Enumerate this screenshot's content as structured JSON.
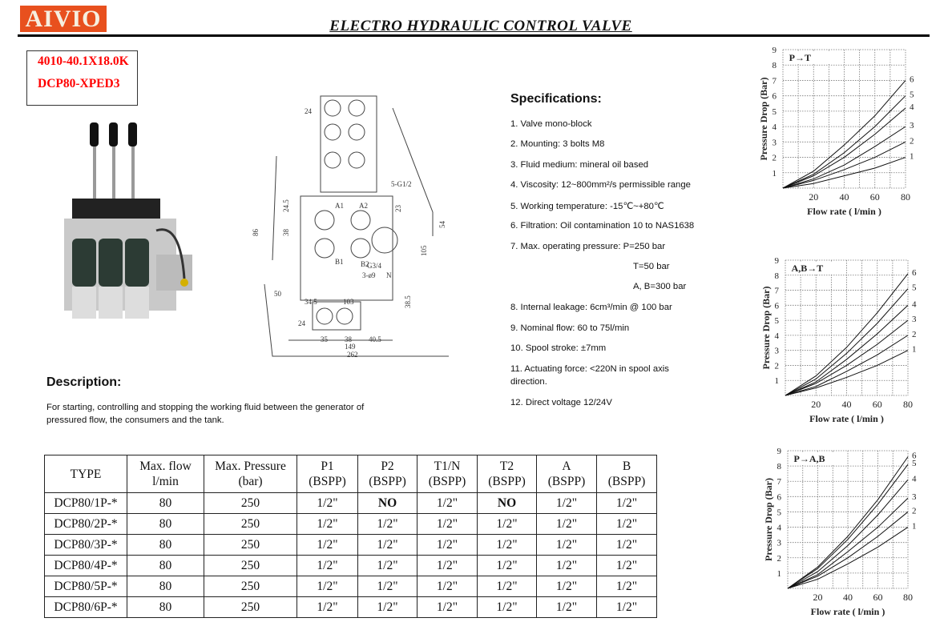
{
  "header": {
    "brand": "AIVIO",
    "title": "ELECTRO  HYDRAULIC  CONTROL  VALVE"
  },
  "model": {
    "code": "4010-40.1X18.0K",
    "name": "DCP80-XPED3"
  },
  "specifications": {
    "title": "Specifications:",
    "items": [
      "1. Valve mono-block",
      "2. Mounting: 3 bolts M8",
      "3. Fluid medium: mineral oil based",
      "4. Viscosity: 12~800mm²/s permissible range",
      "5. Working temperature: -15℃~+80℃",
      "6. Filtration: Oil contamination 10 to NAS1638",
      "7. Max. operating pressure: P=250 bar",
      "T=50 bar",
      "A, B=300 bar",
      "8. Internal leakage: 6cm³/min @ 100 bar",
      "9. Nominal flow: 60 to 75l/min",
      "10. Spool stroke: ±7mm",
      "11. Actuating force: <220N in spool axis",
      "direction.",
      "12. Direct voltage 12/24V"
    ]
  },
  "description": {
    "title": "Description:",
    "lines": [
      "For starting, controlling and stopping the working fluid between the generator of",
      "pressured flow, the consumers and the tank."
    ]
  },
  "drawing": {
    "labels": [
      "24",
      "24.5",
      "38",
      "86",
      "50",
      "34.5",
      "103",
      "24",
      "35",
      "38",
      "40.5",
      "149",
      "262",
      "5-G1/2",
      "23",
      "54",
      "105",
      "38.5",
      "A1",
      "A2",
      "B1",
      "B2",
      "G3/4",
      "3-ø9",
      "N"
    ]
  },
  "table": {
    "headers": [
      [
        "TYPE",
        ""
      ],
      [
        "Max. flow",
        "l/min"
      ],
      [
        "Max. Pressure",
        "(bar)"
      ],
      [
        "P1",
        "(BSPP)"
      ],
      [
        "P2",
        "(BSPP)"
      ],
      [
        "T1/N",
        "(BSPP)"
      ],
      [
        "T2",
        "(BSPP)"
      ],
      [
        "A",
        "(BSPP)"
      ],
      [
        "B",
        "(BSPP)"
      ]
    ],
    "rows": [
      [
        "DCP80/1P-*",
        "80",
        "250",
        "1/2\"",
        "NO",
        "1/2\"",
        "NO",
        "1/2\"",
        "1/2\""
      ],
      [
        "DCP80/2P-*",
        "80",
        "250",
        "1/2\"",
        "1/2\"",
        "1/2\"",
        "1/2\"",
        "1/2\"",
        "1/2\""
      ],
      [
        "DCP80/3P-*",
        "80",
        "250",
        "1/2\"",
        "1/2\"",
        "1/2\"",
        "1/2\"",
        "1/2\"",
        "1/2\""
      ],
      [
        "DCP80/4P-*",
        "80",
        "250",
        "1/2\"",
        "1/2\"",
        "1/2\"",
        "1/2\"",
        "1/2\"",
        "1/2\""
      ],
      [
        "DCP80/5P-*",
        "80",
        "250",
        "1/2\"",
        "1/2\"",
        "1/2\"",
        "1/2\"",
        "1/2\"",
        "1/2\""
      ],
      [
        "DCP80/6P-*",
        "80",
        "250",
        "1/2\"",
        "1/2\"",
        "1/2\"",
        "1/2\"",
        "1/2\"",
        "1/2\""
      ]
    ]
  },
  "chart_data": [
    {
      "type": "line",
      "title": "P→T",
      "xlabel": "Flow rate ( l/min )",
      "ylabel": "Pressure Drop (Bar)",
      "xlim": [
        0,
        80
      ],
      "ylim": [
        0,
        9
      ],
      "xticks": [
        20,
        40,
        60,
        80
      ],
      "yticks": [
        1,
        2,
        3,
        4,
        5,
        6,
        7,
        8,
        9
      ],
      "grid": true,
      "x": [
        0,
        20,
        40,
        60,
        80
      ],
      "series": [
        {
          "name": "1",
          "values": [
            0,
            0.3,
            0.8,
            1.3,
            2
          ]
        },
        {
          "name": "2",
          "values": [
            0,
            0.5,
            1.2,
            2,
            3
          ]
        },
        {
          "name": "3",
          "values": [
            0,
            0.6,
            1.5,
            2.7,
            4
          ]
        },
        {
          "name": "4",
          "values": [
            0,
            0.8,
            2,
            3.5,
            5.2
          ]
        },
        {
          "name": "5",
          "values": [
            0,
            0.9,
            2.3,
            4,
            6
          ]
        },
        {
          "name": "6",
          "values": [
            0,
            1.1,
            2.8,
            4.7,
            7
          ]
        }
      ]
    },
    {
      "type": "line",
      "title": "A,B→T",
      "xlabel": "Flow rate ( l/min )",
      "ylabel": "Pressure Drop (Bar)",
      "xlim": [
        0,
        80
      ],
      "ylim": [
        0,
        9
      ],
      "xticks": [
        20,
        40,
        60,
        80
      ],
      "yticks": [
        1,
        2,
        3,
        4,
        5,
        6,
        7,
        8,
        9
      ],
      "grid": true,
      "x": [
        0,
        20,
        40,
        60,
        80
      ],
      "series": [
        {
          "name": "1",
          "values": [
            0,
            0.5,
            1.2,
            2,
            3
          ]
        },
        {
          "name": "2",
          "values": [
            0,
            0.6,
            1.6,
            2.7,
            4
          ]
        },
        {
          "name": "3",
          "values": [
            0,
            0.8,
            2,
            3.4,
            5
          ]
        },
        {
          "name": "4",
          "values": [
            0,
            0.9,
            2.4,
            4.1,
            6
          ]
        },
        {
          "name": "5",
          "values": [
            0,
            1.1,
            2.8,
            4.8,
            7.1
          ]
        },
        {
          "name": "6",
          "values": [
            0,
            1.3,
            3.2,
            5.5,
            8.1
          ]
        }
      ]
    },
    {
      "type": "line",
      "title": "P→A,B",
      "xlabel": "Flow rate ( l/min )",
      "ylabel": "Pressure Drop (Bar)",
      "xlim": [
        0,
        80
      ],
      "ylim": [
        0,
        9
      ],
      "xticks": [
        20,
        40,
        60,
        80
      ],
      "yticks": [
        1,
        2,
        3,
        4,
        5,
        6,
        7,
        8,
        9
      ],
      "grid": true,
      "x": [
        0,
        20,
        40,
        60,
        80
      ],
      "series": [
        {
          "name": "1",
          "values": [
            0,
            0.6,
            1.6,
            2.7,
            4
          ]
        },
        {
          "name": "2",
          "values": [
            0,
            0.8,
            2,
            3.4,
            5
          ]
        },
        {
          "name": "3",
          "values": [
            0,
            0.9,
            2.4,
            4,
            5.9
          ]
        },
        {
          "name": "4",
          "values": [
            0,
            1.1,
            2.8,
            4.8,
            7.1
          ]
        },
        {
          "name": "5",
          "values": [
            0,
            1.3,
            3.2,
            5.5,
            8.1
          ]
        },
        {
          "name": "6",
          "values": [
            0,
            1.4,
            3.4,
            5.8,
            8.6
          ]
        }
      ]
    }
  ]
}
